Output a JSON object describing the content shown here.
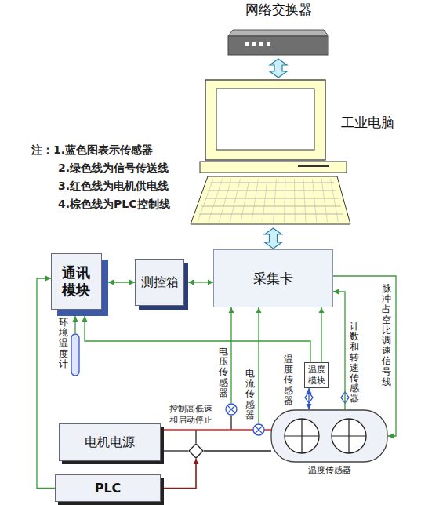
{
  "diagram": {
    "nodes": [
      {
        "text": [
          "网络交换器"
        ]
      },
      {
        "text": [
          "工业电脑"
        ]
      },
      {
        "text": [
          "通讯模块"
        ]
      },
      {
        "text": [
          "测控箱"
        ]
      },
      {
        "text": [
          "采集卡"
        ]
      },
      {
        "text": [
          "环境温度计"
        ]
      },
      {
        "text": [
          "电压传感器"
        ]
      },
      {
        "text": [
          "电流传感器"
        ]
      },
      {
        "text": [
          "温度模块"
        ]
      },
      {
        "text": [
          "电机电源"
        ]
      },
      {
        "text": [
          "控制高低速和启动停止"
        ]
      },
      {
        "text": [
          "温度传感器"
        ]
      },
      {
        "text": [
          "PLC"
        ]
      }
    ],
    "edges": [
      {
        "from": 0,
        "to": 1,
        "arrow": "both"
      },
      {
        "from": 1,
        "to": 4,
        "arrow": "both"
      },
      {
        "from": 2,
        "to": 3,
        "arrow": "both"
      },
      {
        "from": 3,
        "to": 4,
        "arrow": "both"
      },
      {
        "from": 5,
        "to": 2,
        "arrow": "to"
      },
      {
        "from": 6,
        "to": 4,
        "arrow": "to"
      },
      {
        "from": 7,
        "to": 4,
        "arrow": "to"
      },
      {
        "from": 8,
        "to": 4,
        "arrow": "to"
      },
      {
        "from": 8,
        "to": 2,
        "arrow": "to"
      },
      {
        "from": 11,
        "to": 8,
        "label": "温度传感器",
        "arrow": "both"
      },
      {
        "from": 11,
        "to": 4,
        "label": "计数和转速传感器",
        "arrow": "to"
      },
      {
        "from": 4,
        "to": 11,
        "label": "脉冲占空比调速信号线",
        "arrow": "to"
      },
      {
        "from": 12,
        "to": 2,
        "arrow": "to"
      },
      {
        "from": 9,
        "to": 11,
        "arrow": "none"
      },
      {
        "from": 12,
        "to": 10,
        "arrow": "to"
      },
      {
        "from": 9,
        "to": 10,
        "arrow": "none"
      },
      {
        "from": 10,
        "to": 11,
        "arrow": "none"
      }
    ],
    "labels": [
      "注：1.蓝色图表示传感器",
      "2.绿色线为信号传送线",
      "3.红色线为电机供电线",
      "4.棕色线为PLC控制线"
    ]
  }
}
